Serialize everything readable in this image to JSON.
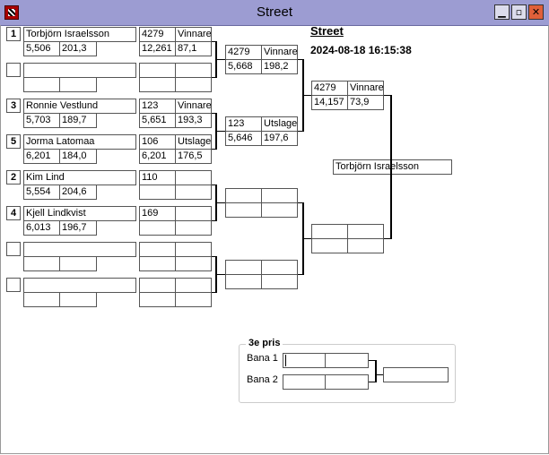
{
  "window": {
    "title": "Street"
  },
  "header": {
    "title": "Street",
    "datetime": "2024-08-18 16:15:38"
  },
  "round1": [
    {
      "seed": "1",
      "name": "Torbjörn Israelsson",
      "a": "5,506",
      "b": "201,3"
    },
    {
      "seed": "",
      "name": "",
      "a": "",
      "b": ""
    },
    {
      "seed": "3",
      "name": "Ronnie Vestlund",
      "a": "5,703",
      "b": "189,7"
    },
    {
      "seed": "5",
      "name": "Jorma Latomaa",
      "a": "6,201",
      "b": "184,0"
    },
    {
      "seed": "2",
      "name": "Kim Lind",
      "a": "5,554",
      "b": "204,6"
    },
    {
      "seed": "4",
      "name": "Kjell  Lindkvist",
      "a": "6,013",
      "b": "196,7"
    },
    {
      "seed": "",
      "name": "",
      "a": "",
      "b": ""
    },
    {
      "seed": "",
      "name": "",
      "a": "",
      "b": ""
    }
  ],
  "round1_results": [
    {
      "num": "4279",
      "status": "Vinnare",
      "time": "12,261",
      "speed": "87,1"
    },
    {
      "num": "",
      "status": "",
      "time": "",
      "speed": ""
    },
    {
      "num": "123",
      "status": "Vinnare",
      "time": "5,651",
      "speed": "193,3"
    },
    {
      "num": "106",
      "status": "Utslagen",
      "time": "6,201",
      "speed": "176,5"
    },
    {
      "num": "110",
      "status": "",
      "time": "",
      "speed": ""
    },
    {
      "num": "169",
      "status": "",
      "time": "",
      "speed": ""
    },
    {
      "num": "",
      "status": "",
      "time": "",
      "speed": ""
    },
    {
      "num": "",
      "status": "",
      "time": "",
      "speed": ""
    }
  ],
  "quarterfinals": [
    {
      "num": "4279",
      "status": "Vinnare",
      "time": "5,668",
      "speed": "198,2"
    },
    {
      "num": "123",
      "status": "Utslagen",
      "time": "5,646",
      "speed": "197,6"
    },
    {
      "num": "",
      "status": "",
      "time": "",
      "speed": ""
    },
    {
      "num": "",
      "status": "",
      "time": "",
      "speed": ""
    }
  ],
  "semifinals": [
    {
      "num": "4279",
      "status": "Vinnare",
      "time": "14,157",
      "speed": "73,9"
    },
    {
      "num": "",
      "status": "",
      "time": "",
      "speed": ""
    }
  ],
  "winner": {
    "name": "Torbjörn Israelsson"
  },
  "third_place": {
    "label": "3e pris",
    "lanes": [
      {
        "label": "Bana 1"
      },
      {
        "label": "Bana 2"
      }
    ]
  }
}
